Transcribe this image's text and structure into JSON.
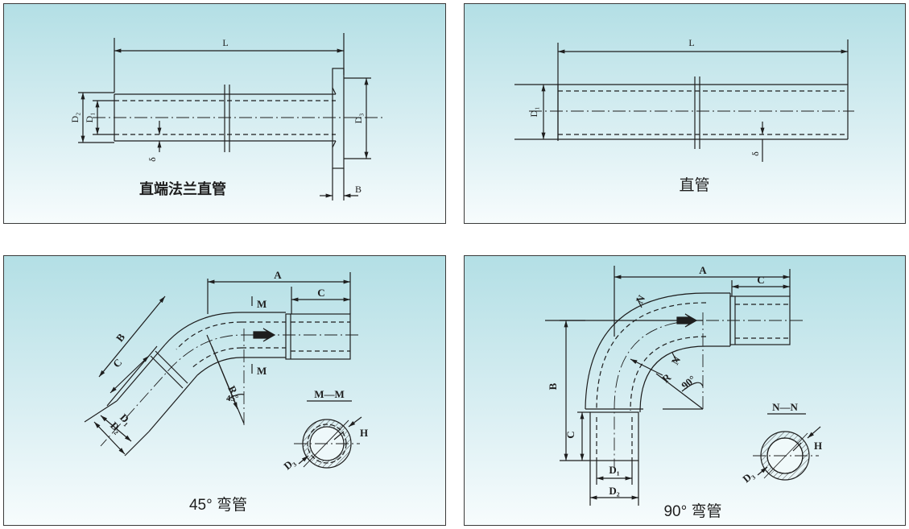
{
  "panels": {
    "flange_pipe": {
      "caption": "直端法兰直管",
      "labels": {
        "L": "L",
        "D2": "D₂",
        "D1": "D₁",
        "D3": "D₃",
        "delta": "δ",
        "B": "B"
      }
    },
    "straight_pipe": {
      "caption": "直管",
      "labels": {
        "L": "L",
        "D1": "D₁",
        "delta": "δ"
      }
    },
    "elbow_45": {
      "caption": "45°  弯管",
      "labels": {
        "A": "A",
        "C_top": "C",
        "B": "B",
        "C_side": "C",
        "D1": "D₁",
        "D2": "D₂",
        "M_top": "M",
        "M_bottom": "M",
        "R": "R",
        "angle": "45°",
        "section": "M—M",
        "H": "H",
        "D3": "D₃"
      }
    },
    "elbow_90": {
      "caption": "90°  弯管",
      "labels": {
        "A": "A",
        "C_top": "C",
        "B": "B",
        "C_side": "C",
        "D1": "D₁",
        "D2": "D₂",
        "N_top": "N",
        "N_mid": "N",
        "R": "R",
        "angle": "90°",
        "section": "N—N",
        "H": "H",
        "D3": "D₃"
      }
    }
  },
  "colors": {
    "line": "#1e1e1e",
    "panel_top": "#b3dfe5",
    "panel_bottom": "#f7fcfd"
  }
}
